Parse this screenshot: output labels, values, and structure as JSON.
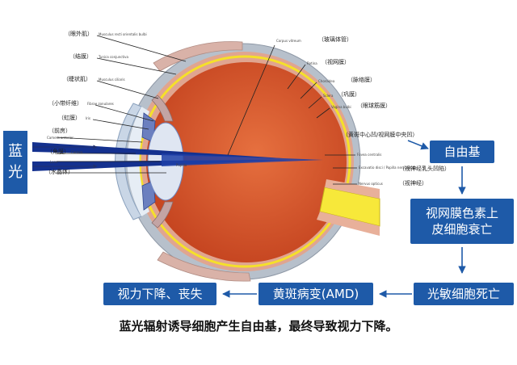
{
  "labels": {
    "extraocular_muscle": "（眼外肌）",
    "extraocular_muscle_en": "Musculus recti orientalis bulbi",
    "conjunctiva": "（结膜）",
    "conjunctiva_en": "Tunica conjunctiva",
    "ciliary_body": "（睫状肌）",
    "ciliary_body_en": "Musculus ciliaris",
    "zonule": "（小带纤维）",
    "zonule_en": "Fibrae zonulares",
    "iris": "（虹膜）",
    "iris_en": "Iris",
    "anterior_chamber": "（前房）",
    "anterior_chamber_en": "Camera anterior",
    "cornea": "（角膜）",
    "cornea_en": "Cornea",
    "lens_en": "Lens",
    "lens": "（水晶体）",
    "pupil_en": "Pupilla",
    "vitreous_en": "Corpus vitreum",
    "vitreous": "（玻璃体管）",
    "retina_en": "Retina",
    "retina": "（视网膜）",
    "choroid_en": "Choroidea",
    "choroid": "（脉络膜）",
    "sclera_en": "Sclera",
    "sclera": "（巩膜）",
    "vagina_en": "Vagina bulbi",
    "vagina": "（眼球筋膜）",
    "fovea": "（黄斑中心凹/视网膜中央凹）",
    "fovea_en": "Fovea centralis",
    "optic_disc_en": "Excavatio disci / Papilla nervi optici",
    "optic_disc": "（视神经乳头凹陷）",
    "optic_nerve_en": "Nervus opticus",
    "optic_nerve": "（视神经）"
  },
  "side_label": [
    "蓝",
    "光"
  ],
  "flow": {
    "free_radicals": "自由基",
    "rpe_decline": "视网膜色素上\n皮细胞衰亡",
    "photoreceptor_death": "光敏细胞死亡",
    "amd": "黄斑病变(AMD)",
    "vision_loss": "视力下降、丧失"
  },
  "caption": "蓝光辐射诱导细胞产生自由基，最终导致视力下降。",
  "colors": {
    "box_blue": "#1e5aa8",
    "vitreous_orange": "#d4552c",
    "retina_yellow": "#f5e02a",
    "sclera_gray": "#a9b3bf",
    "beam_blue": "#14318f"
  }
}
